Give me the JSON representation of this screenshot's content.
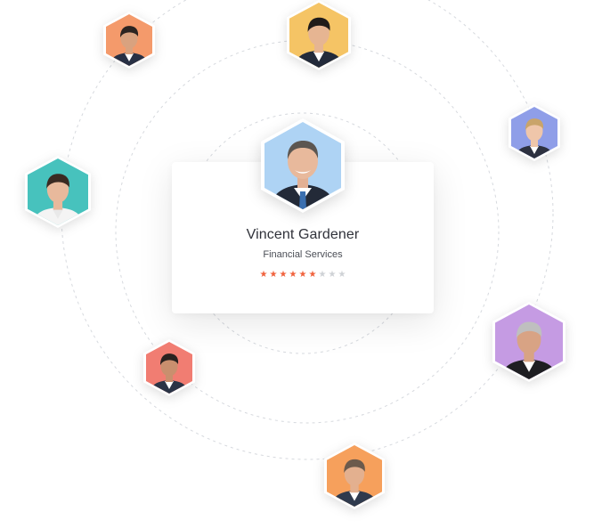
{
  "featured": {
    "name": "Vincent Gardener",
    "role": "Financial Services",
    "rating": 6,
    "rating_max": 9,
    "accent": "#aed3f4"
  },
  "colors": {
    "star_on": "#f0623d",
    "star_off": "#cfd2d6",
    "orbit": "#d6d9de"
  },
  "avatars": [
    {
      "name": "avatar-top-left",
      "color": "#f49a6b",
      "icon": "person-photo"
    },
    {
      "name": "avatar-top-center",
      "color": "#f5c465",
      "icon": "person-photo"
    },
    {
      "name": "avatar-right",
      "color": "#8f9ee8",
      "icon": "person-photo"
    },
    {
      "name": "avatar-left",
      "color": "#47c2bd",
      "icon": "person-photo"
    },
    {
      "name": "avatar-lower-right",
      "color": "#c59be3",
      "icon": "person-photo"
    },
    {
      "name": "avatar-lower-left",
      "color": "#f17d72",
      "icon": "person-photo"
    },
    {
      "name": "avatar-bottom",
      "color": "#f6a05c",
      "icon": "person-photo"
    }
  ]
}
